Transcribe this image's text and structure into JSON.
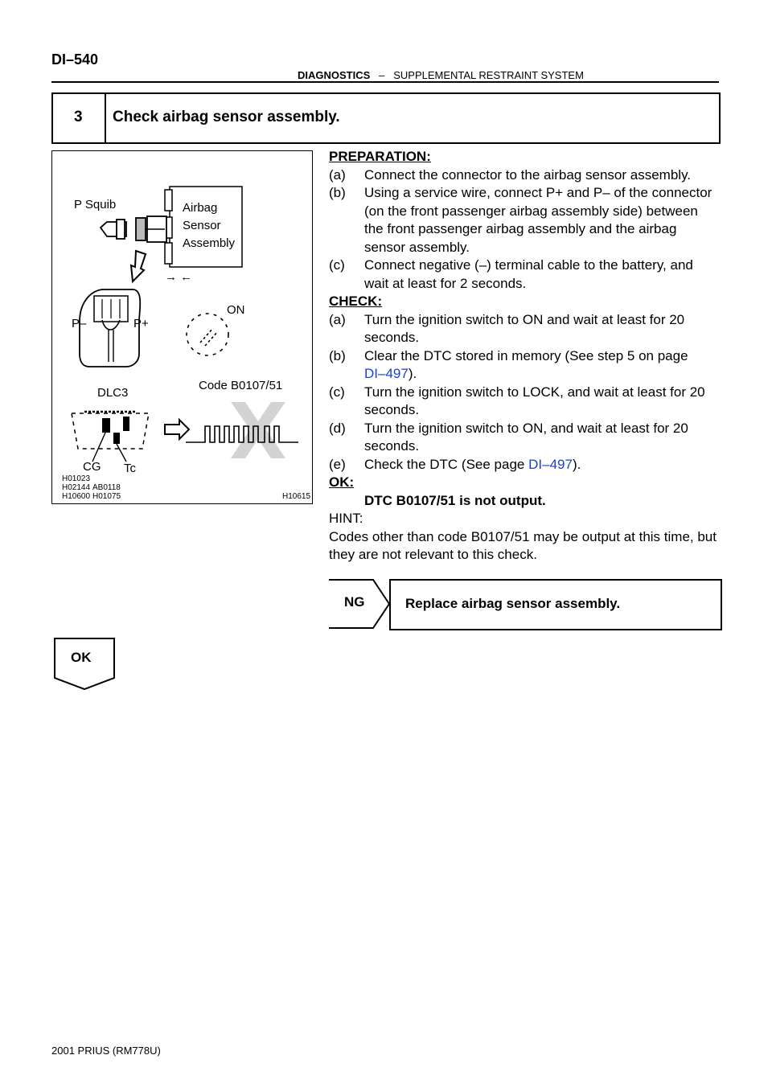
{
  "header": {
    "page_code": "DI–540",
    "section": "DIAGNOSTICS",
    "separator": "–",
    "subsection": "SUPPLEMENTAL RESTRAINT SYSTEM"
  },
  "step": {
    "number": "3",
    "title": "Check airbag sensor assembly."
  },
  "figure": {
    "p_squib": "P Squib",
    "airbag_l1": "Airbag",
    "airbag_l2": "Sensor",
    "airbag_l3": "Assembly",
    "arrows": "→ ←",
    "p_minus": "P–",
    "p_plus": "P+",
    "on": "ON",
    "code": "Code B0107/51",
    "dlc3": "DLC3",
    "cg": "CG",
    "tc": "Tc",
    "ref1": "H01023",
    "ref2": "H02144",
    "ref3": "AB0118",
    "ref4": "H10600",
    "ref5": "H01075",
    "ref_main": "H10615"
  },
  "preparation": {
    "heading": "PREPARATION:",
    "items": [
      {
        "label": "(a)",
        "text": "Connect the connector to the airbag sensor assembly."
      },
      {
        "label": "(b)",
        "text": "Using a service wire, connect P+ and P– of the connector (on the front passenger airbag assembly side) between the front passenger airbag assembly and the airbag sensor assembly."
      },
      {
        "label": "(c)",
        "text": "Connect negative (–) terminal cable to the battery, and wait at least for 2 seconds."
      }
    ]
  },
  "check": {
    "heading": "CHECK:",
    "a_label": "(a)",
    "a_text": "Turn the ignition switch to ON and wait at least for 20 seconds.",
    "b_label": "(b)",
    "b_text": "Clear the DTC stored in memory (See step 5 on page",
    "b_link": "DI–497",
    "b_end": ").",
    "c_label": "(c)",
    "c_text": "Turn the ignition switch to LOCK, and wait at least for 20 seconds.",
    "d_label": "(d)",
    "d_text": "Turn the ignition switch to ON, and wait at least for 20 seconds.",
    "e_label": "(e)",
    "e_text": "Check the DTC (See page ",
    "e_link": "DI–497",
    "e_end": ")."
  },
  "ok": {
    "heading": "OK:",
    "text": "DTC B0107/51 is not output."
  },
  "hint": {
    "heading": "HINT:",
    "text": "Codes other than code B0107/51 may be output at this time, but they are not relevant to this check."
  },
  "ng": {
    "label": "NG",
    "action": "Replace airbag sensor assembly."
  },
  "ok_tab": {
    "label": "OK"
  },
  "footer": {
    "text": "2001 PRIUS   (RM778U)"
  }
}
